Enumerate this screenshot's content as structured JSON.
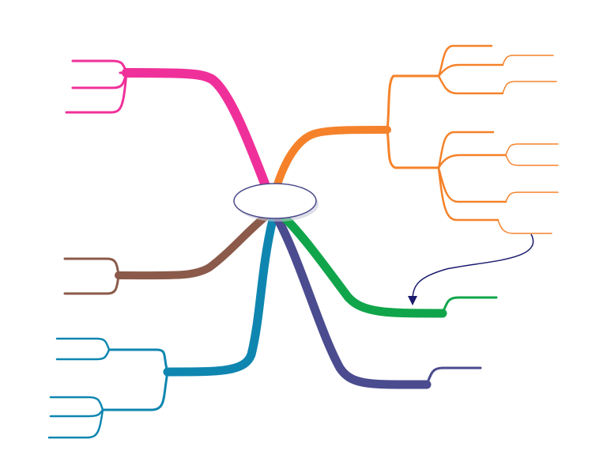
{
  "map": {
    "central_topic": "",
    "colors": {
      "pink": "#f0309a",
      "orange": "#f5822a",
      "brown": "#8b5a4a",
      "blue": "#0f86b0",
      "purple": "#4b4b8f",
      "green": "#10a54a",
      "center_stroke": "#4a4a8a",
      "arrow": "#1a1a6e"
    },
    "branches": [
      {
        "name": "pink",
        "label": "",
        "subtopics": [
          "",
          "",
          ""
        ]
      },
      {
        "name": "orange",
        "label": "",
        "subtopics": [
          "",
          ""
        ]
      },
      {
        "name": "brown",
        "label": "",
        "subtopics": [
          "",
          ""
        ]
      },
      {
        "name": "blue",
        "label": "",
        "subtopics": [
          "",
          ""
        ]
      },
      {
        "name": "purple",
        "label": "",
        "subtopics": []
      },
      {
        "name": "green",
        "label": "",
        "subtopics": []
      }
    ]
  }
}
